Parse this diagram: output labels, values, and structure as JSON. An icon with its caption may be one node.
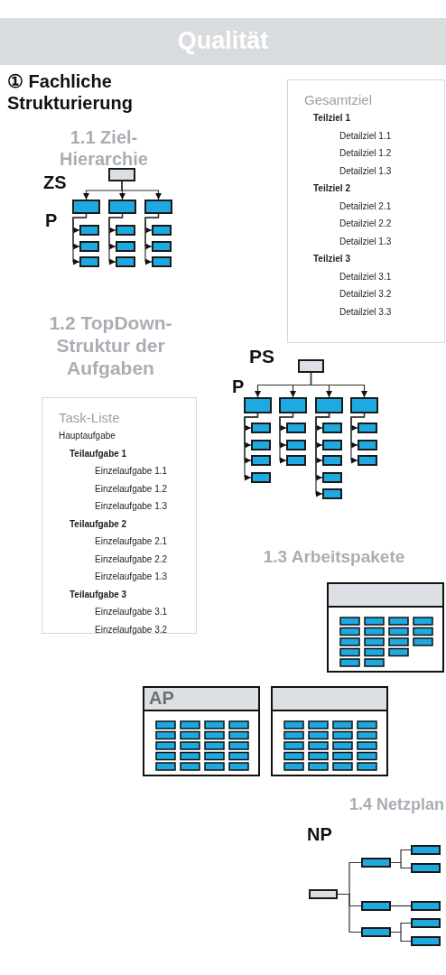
{
  "diagram": {
    "title": "Qualität",
    "nodes": [
      {
        "text": [
          "Gesamtziel",
          "Teilziel 1",
          "Detailziel 1.1",
          "Detailziel 1.2",
          "Detailziel 1.3",
          "Teilziel 2",
          "Detailziel 2.1",
          "Detailziel 2.2",
          "Detailziel 1.3",
          "Teilziel 3",
          "Detailziel 3.1",
          "Detailziel 3.2",
          "Detailziel 3.3"
        ]
      },
      {
        "text": [],
        "shape": "box"
      },
      {
        "text": [],
        "shape": "box"
      },
      {
        "text": [],
        "shape": "box"
      },
      {
        "text": [],
        "shape": "box"
      },
      {
        "text": [],
        "shape": "box"
      },
      {
        "text": [],
        "shape": "box"
      },
      {
        "text": [],
        "shape": "box"
      },
      {
        "text": [],
        "shape": "box"
      },
      {
        "text": [],
        "shape": "box"
      },
      {
        "text": [],
        "shape": "box"
      },
      {
        "text": [],
        "shape": "box"
      },
      {
        "text": [],
        "shape": "box"
      },
      {
        "text": [],
        "shape": "box"
      },
      {
        "text": [],
        "shape": "box"
      },
      {
        "text": [],
        "shape": "box"
      },
      {
        "text": [],
        "shape": "box"
      },
      {
        "text": [],
        "shape": "box"
      },
      {
        "text": [],
        "shape": "box"
      },
      {
        "text": [],
        "shape": "box"
      },
      {
        "text": [],
        "shape": "box"
      },
      {
        "text": [],
        "shape": "box"
      },
      {
        "text": [],
        "shape": "box"
      },
      {
        "text": [],
        "shape": "box"
      },
      {
        "text": [],
        "shape": "box"
      },
      {
        "text": [],
        "shape": "box"
      },
      {
        "text": [],
        "shape": "box"
      },
      {
        "text": [],
        "shape": "box"
      },
      {
        "text": [],
        "shape": "box"
      },
      {
        "text": [],
        "shape": "box"
      },
      {
        "text": [],
        "shape": "box"
      },
      {
        "text": [],
        "shape": "box"
      },
      {
        "text": [],
        "shape": "box"
      },
      {
        "text": [],
        "shape": "box"
      },
      {
        "text": [
          "Task-Liste",
          "Hauptaufgabe",
          "Teilaufgabe 1",
          "Einzelaufgabe 1.1",
          "Einzelaufgabe 1.2",
          "Einzelaufgabe 1.3",
          "Teilaufgabe 2",
          "Einzelaufgabe 2.1",
          "Einzelaufgabe 2.2",
          "Einzelaufgabe 1.3",
          "Teilaufgabe 3",
          "Einzelaufgabe 3.1",
          "Einzelaufgabe 3.2"
        ]
      },
      {
        "text": [
          "AP"
        ]
      },
      {
        "text": [],
        "shape": "box"
      },
      {
        "text": [],
        "shape": "box"
      },
      {
        "text": [],
        "shape": "box"
      },
      {
        "text": [],
        "shape": "box"
      },
      {
        "text": [],
        "shape": "box"
      },
      {
        "text": [],
        "shape": "box"
      },
      {
        "text": [],
        "shape": "box"
      },
      {
        "text": [],
        "shape": "box"
      },
      {
        "text": [],
        "shape": "box"
      },
      {
        "text": [],
        "shape": "box"
      },
      {
        "text": [],
        "shape": "box"
      }
    ],
    "edges": [
      {
        "from": 1,
        "to": 2,
        "arrow": "to"
      },
      {
        "from": 1,
        "to": 3,
        "arrow": "to"
      },
      {
        "from": 1,
        "to": 4,
        "arrow": "to"
      },
      {
        "from": 2,
        "to": 5,
        "arrow": "to"
      },
      {
        "from": 2,
        "to": 6,
        "arrow": "to"
      },
      {
        "from": 2,
        "to": 7,
        "arrow": "to"
      },
      {
        "from": 3,
        "to": 8,
        "arrow": "to"
      },
      {
        "from": 3,
        "to": 9,
        "arrow": "to"
      },
      {
        "from": 3,
        "to": 10,
        "arrow": "to"
      },
      {
        "from": 4,
        "to": 11,
        "arrow": "to"
      },
      {
        "from": 4,
        "to": 12,
        "arrow": "to"
      },
      {
        "from": 4,
        "to": 13,
        "arrow": "to"
      },
      {
        "from": 14,
        "to": 15,
        "arrow": "to"
      },
      {
        "from": 14,
        "to": 16,
        "arrow": "to"
      },
      {
        "from": 14,
        "to": 17,
        "arrow": "to"
      },
      {
        "from": 14,
        "to": 18,
        "arrow": "to"
      },
      {
        "from": 15,
        "to": 19,
        "arrow": "to"
      },
      {
        "from": 15,
        "to": 20,
        "arrow": "to"
      },
      {
        "from": 15,
        "to": 21,
        "arrow": "to"
      },
      {
        "from": 15,
        "to": 22,
        "arrow": "to"
      },
      {
        "from": 16,
        "to": 23,
        "arrow": "to"
      },
      {
        "from": 16,
        "to": 24,
        "arrow": "to"
      },
      {
        "from": 16,
        "to": 25,
        "arrow": "to"
      },
      {
        "from": 17,
        "to": 26,
        "arrow": "to"
      },
      {
        "from": 17,
        "to": 27,
        "arrow": "to"
      },
      {
        "from": 17,
        "to": 28,
        "arrow": "to"
      },
      {
        "from": 17,
        "to": 29,
        "arrow": "to"
      },
      {
        "from": 17,
        "to": 30,
        "arrow": "to"
      },
      {
        "from": 18,
        "to": 31,
        "arrow": "to"
      },
      {
        "from": 18,
        "to": 32,
        "arrow": "to"
      },
      {
        "from": 18,
        "to": 33,
        "arrow": "to"
      },
      {
        "from": 38,
        "to": 39,
        "arrow": "none"
      },
      {
        "from": 38,
        "to": 40,
        "arrow": "none"
      },
      {
        "from": 38,
        "to": 41,
        "arrow": "none"
      },
      {
        "from": 39,
        "to": 42,
        "arrow": "none"
      },
      {
        "from": 39,
        "to": 43,
        "arrow": "none"
      },
      {
        "from": 40,
        "to": 44,
        "arrow": "none"
      },
      {
        "from": 41,
        "to": 45,
        "arrow": "none"
      },
      {
        "from": 41,
        "to": 46,
        "arrow": "none"
      }
    ],
    "labels": [
      "① Fachliche Strukturierung",
      "1.1 Ziel-Hierarchie",
      "ZS",
      "P",
      "1.2 TopDown-Struktur der Aufgaben",
      "PS",
      "P",
      "1.3 Arbeitspakete",
      "1.4 Netzplan",
      "NP"
    ]
  }
}
